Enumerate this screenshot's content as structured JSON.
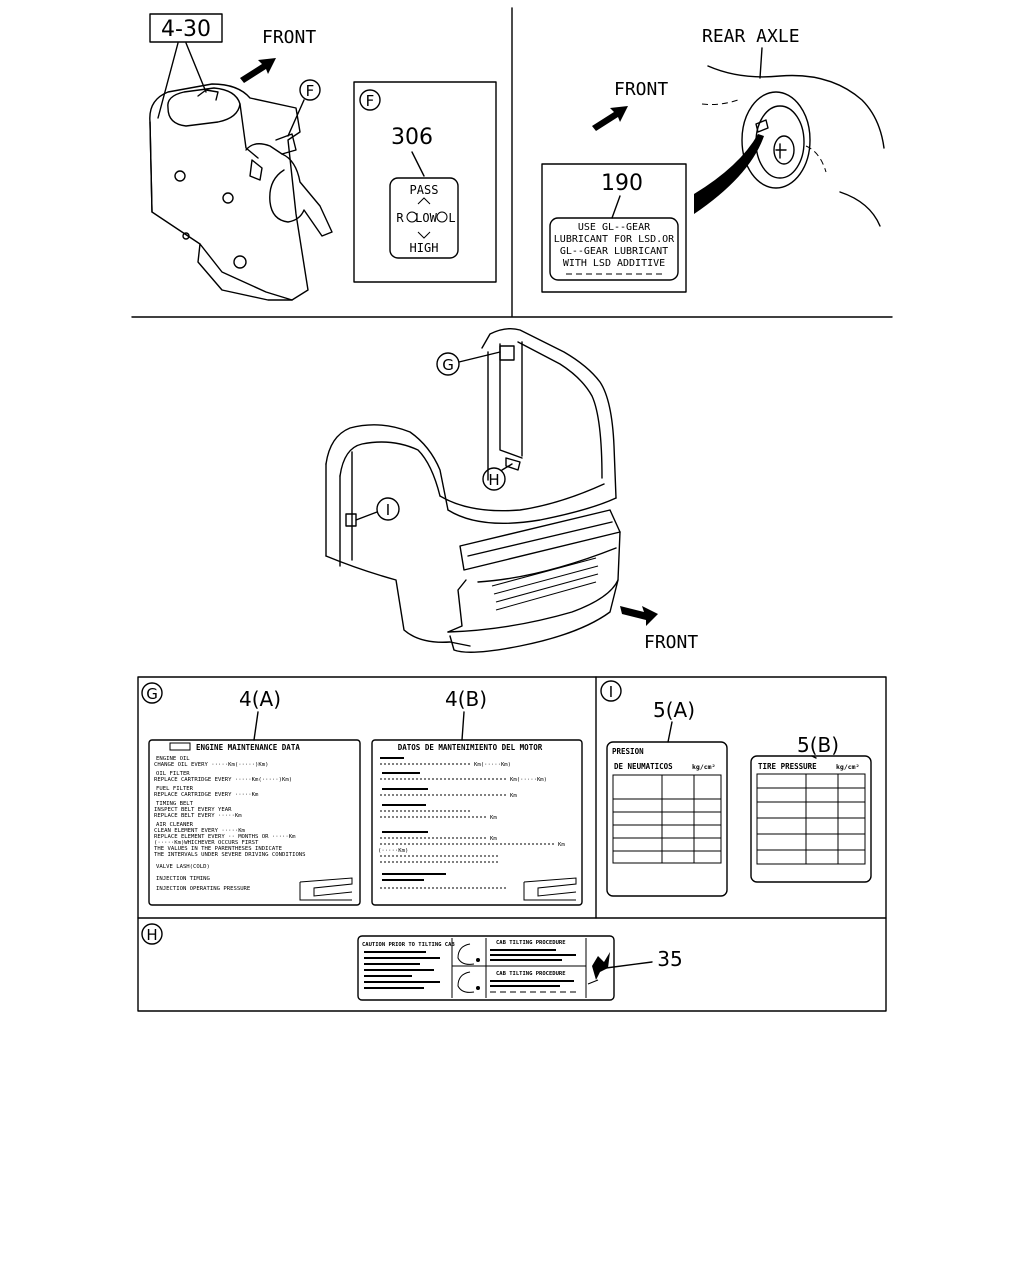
{
  "panels": {
    "top_left": {
      "ref_box": "4-30",
      "front": "FRONT",
      "callout_f": "F",
      "label_f": {
        "ref": "306",
        "letter": "F",
        "pass": "PASS",
        "low_left": "R",
        "low_center": "LOW",
        "low_right": "L",
        "high": "HIGH"
      }
    },
    "top_right": {
      "rear_axle": "REAR AXLE",
      "front": "FRONT",
      "label_190": {
        "ref": "190",
        "lines": [
          "USE GL--GEAR",
          "LUBRICANT FOR LSD.OR",
          "GL--GEAR LUBRICANT",
          "WITH LSD ADDITIVE"
        ]
      }
    },
    "cab": {
      "callout_g": "G",
      "callout_h": "H",
      "callout_i": "I",
      "front": "FRONT"
    },
    "panel_g": {
      "letter": "G",
      "label_a": {
        "ref": "4(A)",
        "title": "ENGINE MAINTENANCE DATA",
        "lines": [
          "ENGINE OIL",
          "CHANGE OIL EVERY ·····Km(·····)Km)",
          "OIL FILTER",
          "REPLACE CARTRIDGE EVERY ·····Km(·····)Km)",
          "FUEL FILTER",
          "REPLACE CARTRIDGE EVERY ·····Km",
          "TIMING BELT",
          "INSPECT BELT EVERY YEAR",
          "REPLACE BELT EVERY ·····Km",
          "AIR CLEANER",
          "CLEAN ELEMENT EVERY ·····Km",
          "REPLACE ELEMENT EVERY ·· MONTHS OR ·····Km",
          "(·····Km)WHICHEVER OCCURS FIRST",
          "THE VALUES IN THE PARENTHESES INDICATE",
          "THE INTERVALS UNDER SEVERE DRIVING CONDITIONS",
          "VALVE LASH(COLD)",
          "INJECTION TIMING",
          "INJECTION OPERATING PRESSURE"
        ]
      },
      "label_b": {
        "ref": "4(B)",
        "title": "DATOS DE MANTENIMIENTO DEL MOTOR",
        "km": "Km",
        "km_pair": "Km(·····Km)",
        "km_paren": "(·····Km)"
      }
    },
    "panel_i": {
      "letter": "I",
      "label_a": {
        "ref": "5(A)",
        "title_1": "PRESION",
        "title_2": "DE NEUMATICOS",
        "unit": "kg/cm²"
      },
      "label_b": {
        "ref": "5(B)",
        "title": "TIRE PRESSURE",
        "unit": "kg/cm²"
      }
    },
    "panel_h": {
      "letter": "H",
      "ref": "35",
      "caution": "CAUTION PRIOR TO TILTING CAB",
      "tilting": "CAB TILTING PROCEDURE",
      "tilting_2": "CAB TILTING PROCEDURE"
    }
  }
}
